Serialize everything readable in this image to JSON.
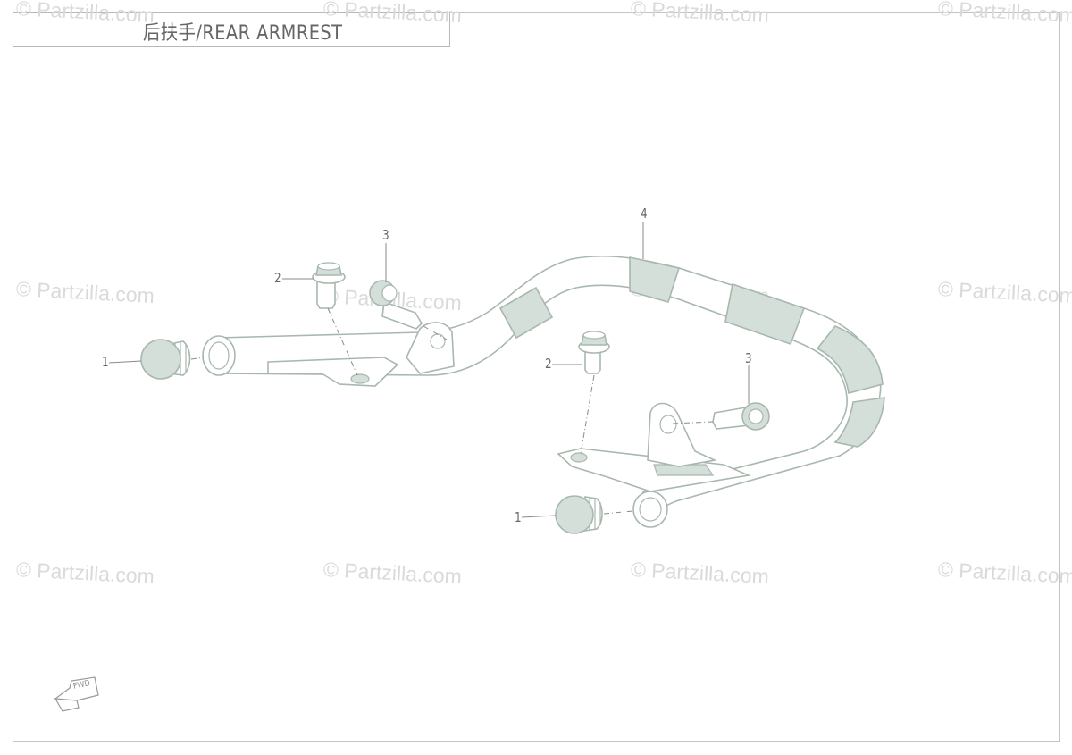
{
  "title": "后扶手/REAR  ARMREST",
  "watermark": "© Partzilla.com",
  "callouts": {
    "part1_left": "1",
    "part1_right": "1",
    "part2_left": "2",
    "part2_right": "2",
    "part3_left": "3",
    "part3_right": "3",
    "part4": "4"
  },
  "direction_marker": "FWD",
  "colors": {
    "part_fill": "#cfdcd4",
    "part_stroke": "#a8b8ae",
    "line": "#8a8a8a"
  }
}
